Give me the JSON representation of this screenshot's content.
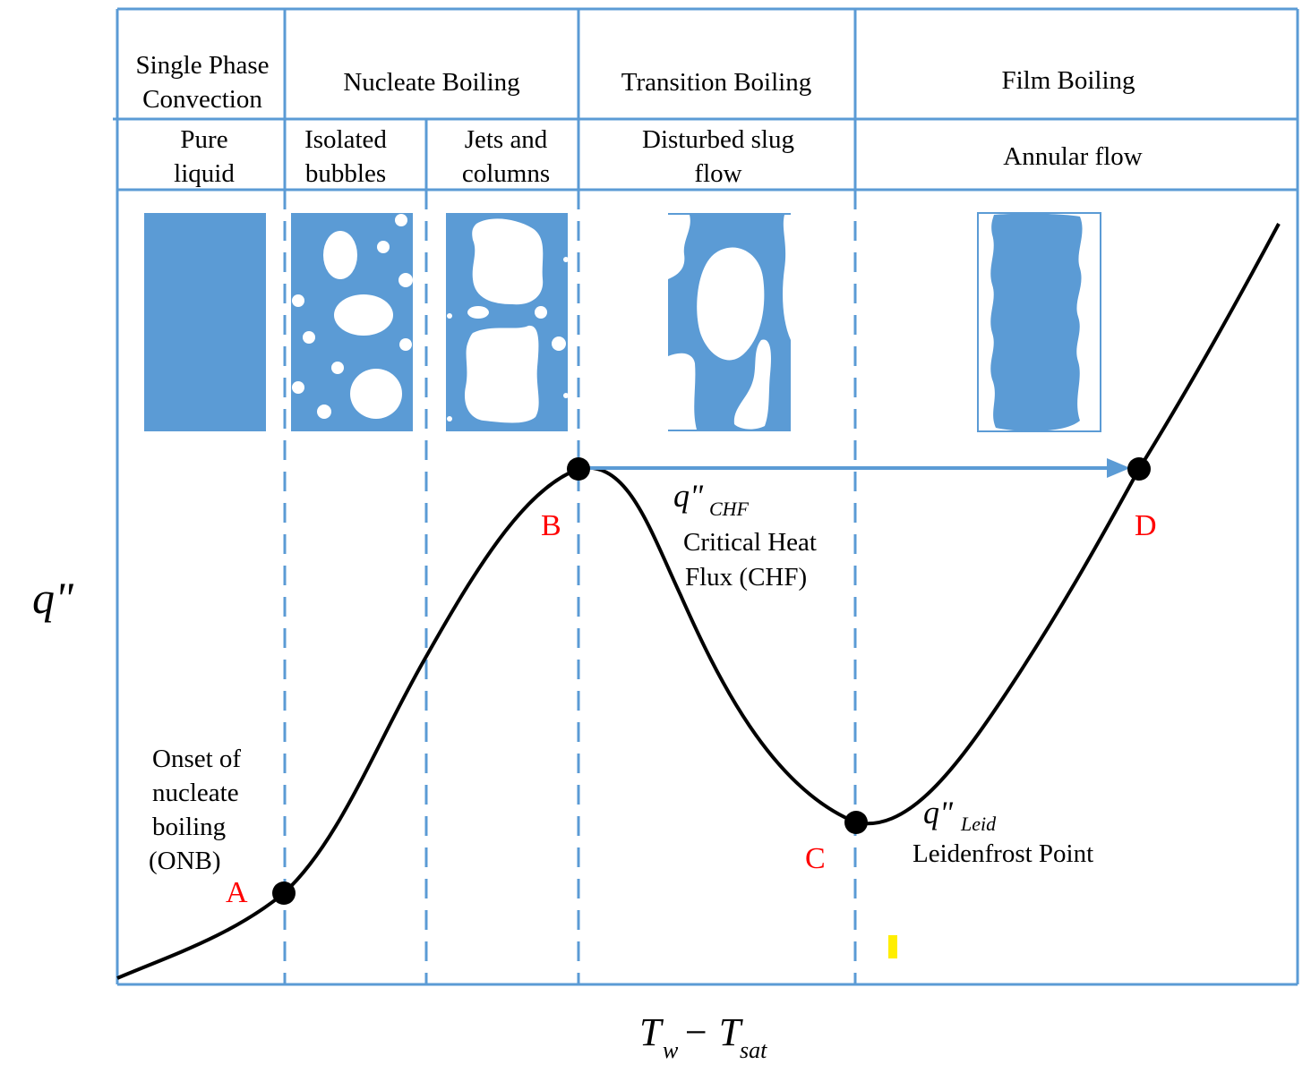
{
  "regimes": {
    "single_phase": [
      "Single Phase",
      "Convection"
    ],
    "nucleate": "Nucleate Boiling",
    "transition": "Transition Boiling",
    "film": "Film Boiling"
  },
  "flow_patterns": {
    "pure_liquid": [
      "Pure",
      "liquid"
    ],
    "isolated_bubbles": [
      "Isolated",
      "bubbles"
    ],
    "jets_columns": [
      "Jets and",
      "columns"
    ],
    "disturbed_slug": [
      "Disturbed slug",
      "flow"
    ],
    "annular": "Annular flow"
  },
  "points": {
    "A": "A",
    "B": "B",
    "C": "C",
    "D": "D"
  },
  "annotations": {
    "onb": [
      "Onset of",
      "nucleate",
      "boiling",
      "(ONB)"
    ],
    "q_chf_symbol": "q\"",
    "q_chf_subscript": "CHF",
    "chf": [
      "Critical Heat",
      "Flux (CHF)"
    ],
    "q_leid_symbol": "q\"",
    "q_leid_subscript": "Leid",
    "leidenfrost": "Leidenfrost Point"
  },
  "axes": {
    "y_symbol": "q\"",
    "x_T": "T",
    "x_w": "w",
    "x_minus": " − T",
    "x_sat": "sat"
  },
  "colors": {
    "frame": "#5b9bd5",
    "fill": "#5b9bd5",
    "curve": "#000000",
    "point_label": "#ff0000",
    "marker": "#ffee00"
  }
}
